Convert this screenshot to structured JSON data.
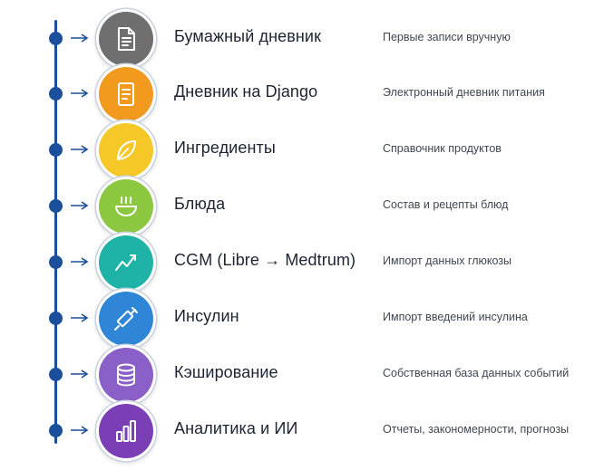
{
  "colors": {
    "line": "#1b4f9c",
    "steps": [
      "#6f6f6f",
      "#f29a1d",
      "#f5c727",
      "#8cc740",
      "#1fb3a7",
      "#2f86d6",
      "#8a5fc7",
      "#7b3fb5"
    ]
  },
  "steps": [
    {
      "icon": "paper-document-icon",
      "title": "Бумажный дневник",
      "description": "Первые записи вручную"
    },
    {
      "icon": "document-icon",
      "title": "Дневник на Django",
      "description": "Электронный дневник питания"
    },
    {
      "icon": "leaf-icon",
      "title": "Ингредиенты",
      "description": "Справочник продуктов"
    },
    {
      "icon": "bowl-icon",
      "title": "Блюда",
      "description": "Состав и рецепты блюд"
    },
    {
      "icon": "trend-chart-icon",
      "title": "CGM (Libre → Medtrum)",
      "description": "Импорт данных глюкозы"
    },
    {
      "icon": "syringe-icon",
      "title": "Инсулин",
      "description": "Импорт введений инсулина"
    },
    {
      "icon": "database-icon",
      "title": "Кэширование",
      "description": "Собственная база данных событий"
    },
    {
      "icon": "bar-chart-icon",
      "title": "Аналитика и ИИ",
      "description": "Отчеты, закономерности, прогнозы"
    }
  ]
}
